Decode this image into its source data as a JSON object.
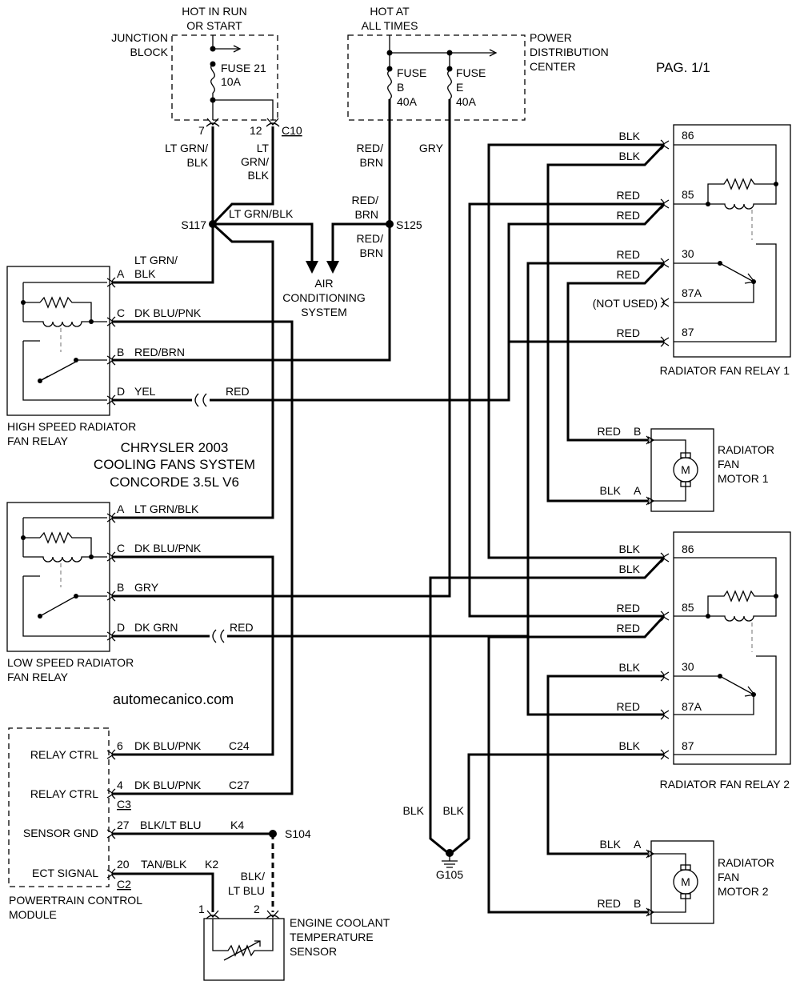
{
  "page": {
    "label": "PAG. 1/1",
    "site": "automecanico.com"
  },
  "title": {
    "line1": "CHRYSLER 2003",
    "line2": "COOLING FANS SYSTEM",
    "line3": "CONCORDE 3.5L V6"
  },
  "junction_block": {
    "name_line1": "JUNCTION",
    "name_line2": "BLOCK",
    "power_line1": "HOT IN RUN",
    "power_line2": "OR START",
    "fuse_name": "FUSE 21",
    "fuse_rating": "10A",
    "pin_left": "7",
    "pin_right": "12",
    "connector": "C10"
  },
  "pdc": {
    "name_line1": "POWER",
    "name_line2": "DISTRIBUTION",
    "name_line3": "CENTER",
    "power_line1": "HOT AT",
    "power_line2": "ALL TIMES",
    "fuse_b_word": "FUSE",
    "fuse_b_letter": "B",
    "fuse_b_rating": "40A",
    "fuse_e_word": "FUSE",
    "fuse_e_letter": "E",
    "fuse_e_rating": "40A"
  },
  "wires": {
    "lt_grn_blk_a1": "LT GRN/",
    "lt_grn_blk_a2": "BLK",
    "lt_grn_blk_b1": "LT",
    "lt_grn_blk_b2": "GRN/",
    "lt_grn_blk_b3": "BLK",
    "lt_grn_blk_c": "LT GRN/BLK",
    "red_brn_a1": "RED/",
    "red_brn_a2": "BRN",
    "red_brn_b1": "RED/",
    "red_brn_b2": "BRN",
    "red_brn_c1": "RED/",
    "red_brn_c2": "BRN",
    "gry": "GRY",
    "blk_left": "BLK",
    "blk_right": "BLK",
    "blk_lt_blu1": "BLK/",
    "blk_lt_blu2": "LT BLU"
  },
  "splices": {
    "s117": "S117",
    "s125": "S125",
    "s104": "S104",
    "ground": "G105"
  },
  "ac_system": {
    "line1": "AIR",
    "line2": "CONDITIONING",
    "line3": "SYSTEM"
  },
  "high_speed_relay": {
    "name_line1": "HIGH SPEED RADIATOR",
    "name_line2": "FAN RELAY",
    "pins": [
      {
        "pin": "A",
        "wire": "LT GRN/",
        "wire2": "BLK"
      },
      {
        "pin": "C",
        "wire": "DK BLU/PNK"
      },
      {
        "pin": "B",
        "wire": "RED/BRN"
      },
      {
        "pin": "D",
        "wire": "YEL",
        "wire_after": "RED"
      }
    ]
  },
  "low_speed_relay": {
    "name_line1": "LOW SPEED RADIATOR",
    "name_line2": "FAN RELAY",
    "pins": [
      {
        "pin": "A",
        "wire": "LT GRN/BLK"
      },
      {
        "pin": "C",
        "wire": "DK BLU/PNK"
      },
      {
        "pin": "B",
        "wire": "GRY"
      },
      {
        "pin": "D",
        "wire": "DK GRN",
        "wire_after": "RED"
      }
    ]
  },
  "pcm": {
    "name_line1": "POWERTRAIN CONTROL",
    "name_line2": "MODULE",
    "rows": [
      {
        "label": "RELAY CTRL",
        "pin": "6",
        "wire": "DK BLU/PNK",
        "cav": "C24",
        "conn": ""
      },
      {
        "label": "RELAY CTRL",
        "pin": "4",
        "wire": "DK BLU/PNK",
        "cav": "C27",
        "conn": "C3"
      },
      {
        "label": "SENSOR GND",
        "pin": "27",
        "wire": "BLK/LT BLU",
        "cav": "K4",
        "conn": ""
      },
      {
        "label": "ECT SIGNAL",
        "pin": "20",
        "wire": "TAN/BLK",
        "cav": "K2",
        "conn": "C2"
      }
    ]
  },
  "ect_sensor": {
    "line1": "ENGINE COOLANT",
    "line2": "TEMPERATURE",
    "line3": "SENSOR",
    "pin1": "1",
    "pin2": "2"
  },
  "relay1": {
    "name": "RADIATOR FAN RELAY 1",
    "pins": [
      {
        "pin": "86",
        "wire_top": "BLK",
        "wire_bottom": "BLK"
      },
      {
        "pin": "85",
        "wire_top": "RED",
        "wire_bottom": "RED"
      },
      {
        "pin": "30",
        "wire_top": "RED",
        "wire_bottom": "RED"
      },
      {
        "pin": "87A",
        "wire_top": "(NOT USED)"
      },
      {
        "pin": "87",
        "wire_top": "RED"
      }
    ]
  },
  "relay2": {
    "name": "RADIATOR FAN RELAY 2",
    "pins": [
      {
        "pin": "86",
        "wire_top": "BLK",
        "wire_bottom": "BLK"
      },
      {
        "pin": "85",
        "wire_top": "RED",
        "wire_bottom": "RED"
      },
      {
        "pin": "30",
        "wire_top": "BLK"
      },
      {
        "pin": "87A",
        "wire_top": "RED"
      },
      {
        "pin": "87",
        "wire_top": "BLK"
      }
    ]
  },
  "motor1": {
    "name_line1": "RADIATOR",
    "name_line2": "FAN",
    "name_line3": "MOTOR 1",
    "symbol": "M",
    "pin_b": "B",
    "wire_b": "RED",
    "pin_a": "A",
    "wire_a": "BLK"
  },
  "motor2": {
    "name_line1": "RADIATOR",
    "name_line2": "FAN",
    "name_line3": "MOTOR 2",
    "symbol": "M",
    "pin_a": "A",
    "wire_a": "BLK",
    "pin_b": "B",
    "wire_b": "RED"
  }
}
